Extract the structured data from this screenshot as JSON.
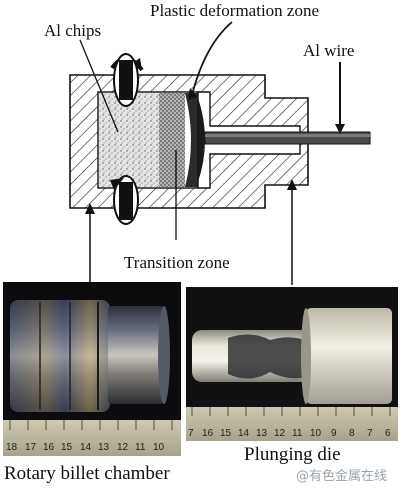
{
  "diagram": {
    "labels": {
      "plastic_deformation_zone": "Plastic deformation zone",
      "al_chips": "Al chips",
      "al_wire": "Al wire",
      "transition_zone": "Transition zone"
    }
  },
  "photos": {
    "left": {
      "caption": "Rotary billet chamber",
      "ruler_numbers": [
        "18",
        "17",
        "16",
        "15",
        "14",
        "13",
        "12",
        "11",
        "10"
      ]
    },
    "right": {
      "caption": "Plunging die",
      "ruler_numbers": [
        "7",
        "16",
        "15",
        "14",
        "13",
        "12",
        "11",
        "10",
        "9",
        "8",
        "7",
        "6"
      ]
    }
  },
  "watermark": "@有色金属在线",
  "colors": {
    "hatch": "#1a1a1a",
    "chips": "#d9d9d9",
    "wire": "#444444",
    "ruler": "#b9b39c"
  },
  "icons": {
    "rotation": "curved-rotation-arrow-icon",
    "pointer": "up-arrow-icon"
  }
}
